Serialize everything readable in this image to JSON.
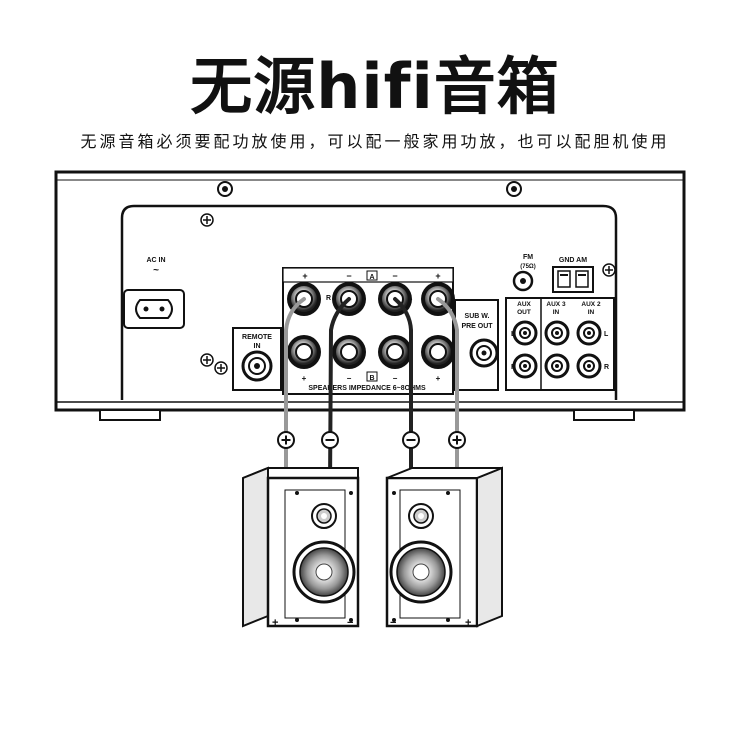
{
  "title": "无源hifi音箱",
  "subtitle": "无源音箱必须要配功放使用，可以配一般家用功放，也可以配胆机使用",
  "amplifier": {
    "ac_in_label": "AC IN",
    "remote_label": "REMOTE",
    "remote_in_label": "IN",
    "fm_label": "FM",
    "fm_ohm_label": "(75Ω)",
    "gnd_am_label": "GND  AM",
    "sub_label": "SUB W.",
    "pre_out_label": "PRE OUT",
    "aux_out_label": "AUX\nOUT",
    "aux3_label": "AUX 3",
    "aux3_in_label": "IN",
    "aux2_label": "AUX 2",
    "aux2_in_label": "IN",
    "speakers_label": "SPEAKERS  IMPEDANCE  6~8OHMS",
    "group_a_label": "A",
    "group_b_label": "B",
    "right_label": "R",
    "left_label": "L"
  },
  "polarity": {
    "plus": "+",
    "minus": "−"
  }
}
